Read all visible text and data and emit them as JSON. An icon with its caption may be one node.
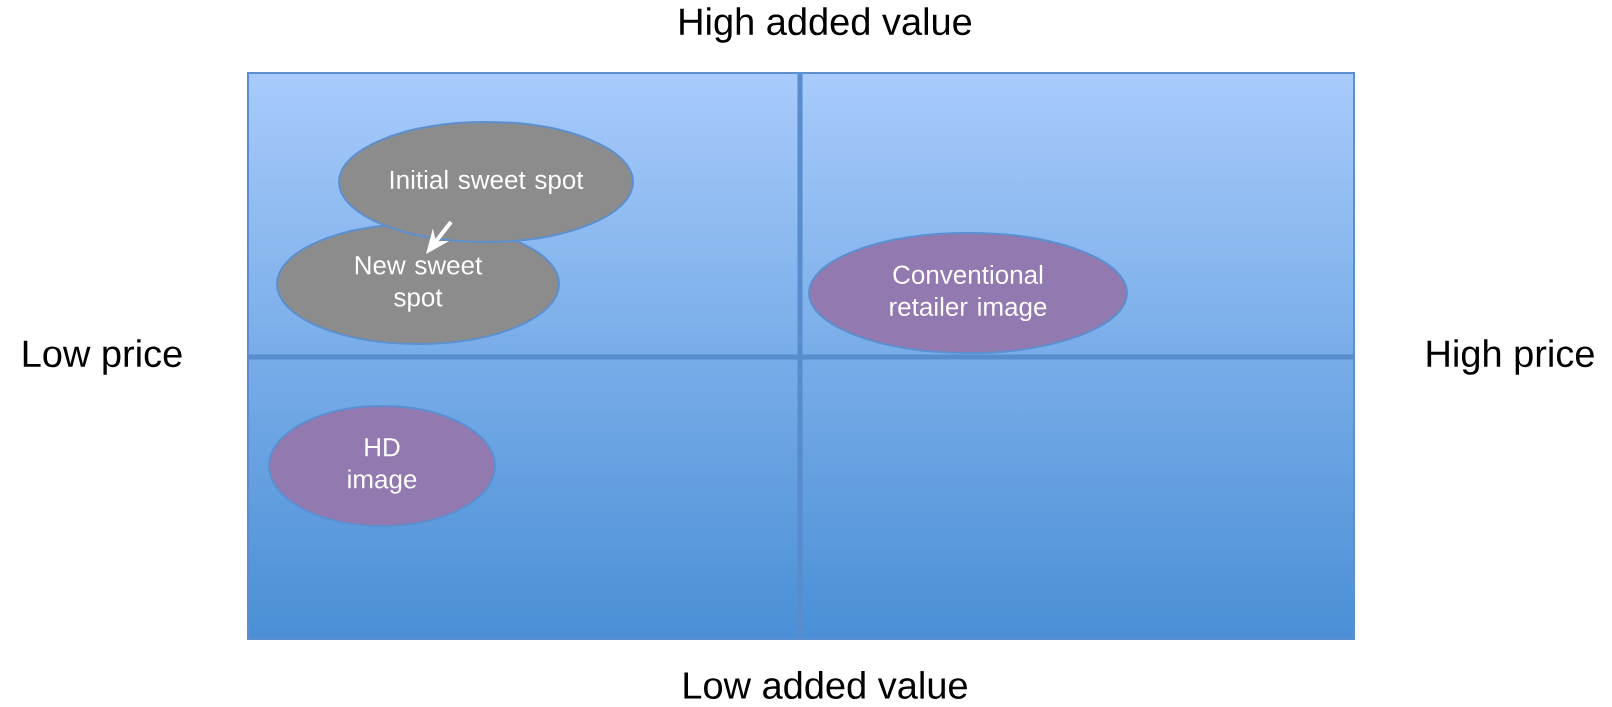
{
  "diagram": {
    "nodes": [
      {
        "text": [],
        "shape": "box"
      },
      {
        "text": [
          "Initial sweet spot"
        ],
        "in": 0
      },
      {
        "text": [
          "New sweet spot"
        ],
        "in": 0
      },
      {
        "text": [
          "Conventional retailer image"
        ],
        "in": 0
      },
      {
        "text": [
          "HD image"
        ],
        "in": 0
      }
    ],
    "edges": [
      {
        "from": 1,
        "to": 2,
        "arrow": "to"
      }
    ],
    "labels": [
      "High added value",
      "Low price",
      "High price",
      "Low added value"
    ]
  }
}
